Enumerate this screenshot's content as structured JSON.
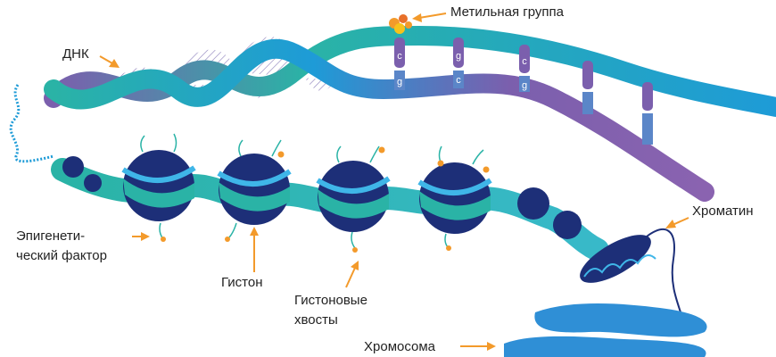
{
  "labels": {
    "methyl_group": "Метильная группа",
    "dna": "ДНК",
    "epigenetic_factor_line1": "Эпигенети-",
    "epigenetic_factor_line2": "ческий фактор",
    "histone": "Гистон",
    "histone_tails_line1": "Гистоновые",
    "histone_tails_line2": "хвосты",
    "chromatin": "Хроматин",
    "chromosome": "Хромосома"
  },
  "base_pairs": [
    {
      "top": "c",
      "bottom": "g"
    },
    {
      "top": "g",
      "bottom": "c"
    },
    {
      "top": "c",
      "bottom": "g"
    },
    {
      "top": "",
      "bottom": ""
    },
    {
      "top": "",
      "bottom": ""
    }
  ],
  "colors": {
    "teal": "#2ab3a6",
    "blue": "#1e9bd7",
    "purple": "#7b5fad",
    "navy": "#1d2f78",
    "arrow": "#f39a2b",
    "methyl": "#f7b21b"
  }
}
